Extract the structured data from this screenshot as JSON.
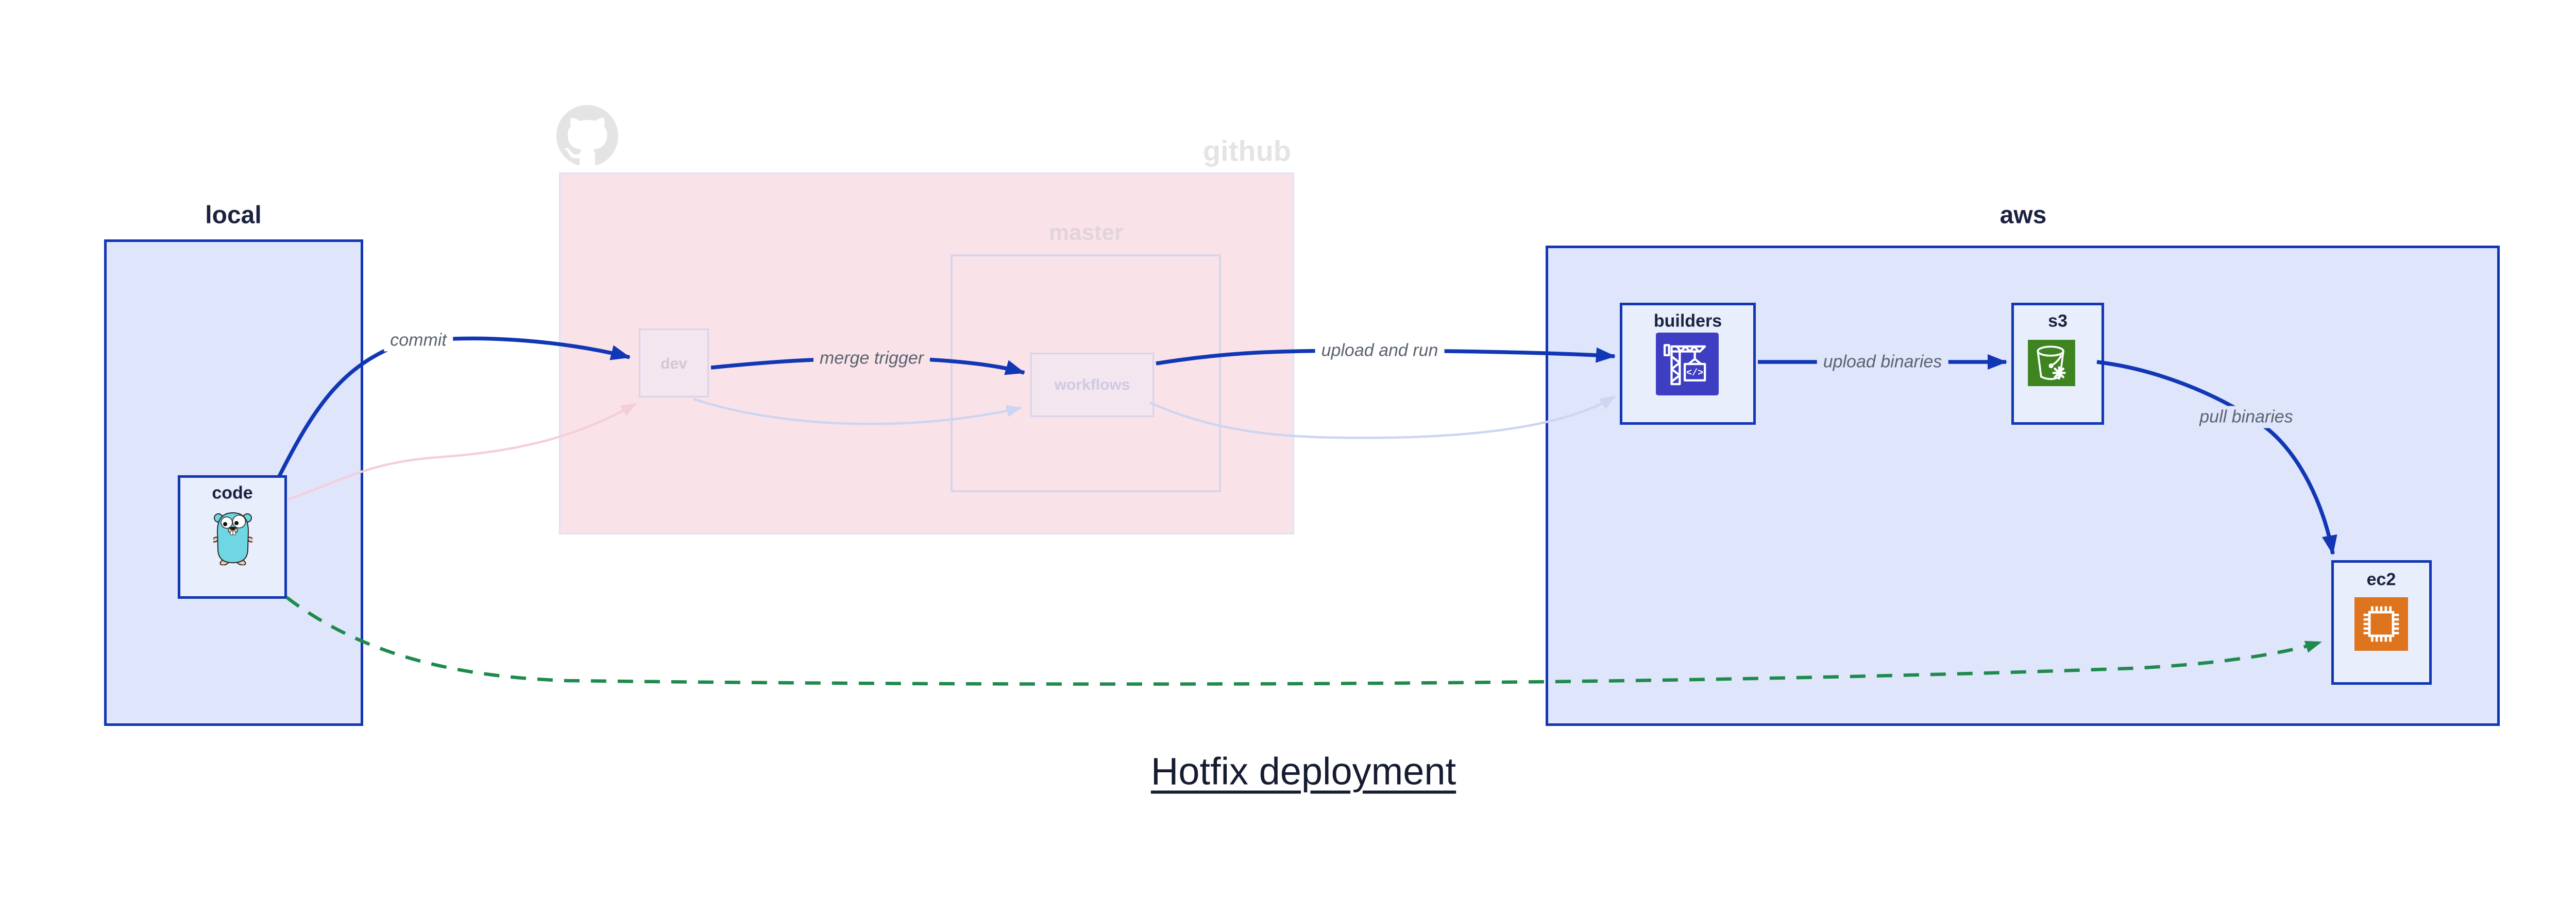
{
  "title": "Hotfix deployment",
  "clusters": {
    "local": {
      "label": "local"
    },
    "github": {
      "label": "github",
      "master": {
        "label": "master"
      }
    },
    "aws": {
      "label": "aws"
    }
  },
  "nodes": {
    "code": {
      "label": "code",
      "icon": "go-gopher-icon",
      "cluster": "local"
    },
    "dev": {
      "label": "dev",
      "cluster": "github",
      "state": "faded"
    },
    "workflows": {
      "label": "workflows",
      "cluster": "github.master",
      "state": "faded"
    },
    "builders": {
      "label": "builders",
      "icon": "codebuild-crane-icon",
      "icon_bg": "#3d3ec2",
      "cluster": "aws"
    },
    "s3": {
      "label": "s3",
      "icon": "s3-bucket-icon",
      "icon_bg": "#3e8522",
      "cluster": "aws"
    },
    "ec2": {
      "label": "ec2",
      "icon": "ec2-chip-icon",
      "icon_bg": "#de741d",
      "cluster": "aws"
    }
  },
  "edges": {
    "commit": {
      "from": "code",
      "to": "dev",
      "label": "commit",
      "style": "highlight-blue"
    },
    "merge_trigger": {
      "from": "dev",
      "to": "workflows",
      "label": "merge trigger",
      "style": "highlight-blue"
    },
    "upload_and_run": {
      "from": "workflows",
      "to": "builders",
      "label": "upload and run",
      "style": "highlight-blue"
    },
    "upload_binaries": {
      "from": "builders",
      "to": "s3",
      "label": "upload binaries",
      "style": "highlight-blue"
    },
    "pull_binaries": {
      "from": "s3",
      "to": "ec2",
      "label": "pull binaries",
      "style": "highlight-blue"
    },
    "faded_code_to_dev": {
      "from": "code",
      "to": "dev",
      "label": "",
      "style": "faded-pink"
    },
    "faded_dev_to_workflows": {
      "from": "dev",
      "to": "workflows",
      "label": "",
      "style": "faded-lavender"
    },
    "faded_workflows_to_builders": {
      "from": "workflows",
      "to": "builders",
      "label": "",
      "style": "faded-lavender"
    },
    "code_to_ec2": {
      "from": "code",
      "to": "ec2",
      "label": "",
      "style": "green-dashed"
    }
  },
  "colors": {
    "accent_blue": "#1237b5",
    "cluster_blue_fill": "#dfe5fa",
    "node_fill": "#e9eefc",
    "github_pink_fill": "#f9e3e9",
    "github_cluster_border": "#dde2f6",
    "master_border": "#d8d4e9",
    "faded_node_fill": "#f4e6ef",
    "faded_pink_edge": "#f4cfdb",
    "faded_lavender_edge": "#cdd5f0",
    "green_dashed_edge": "#1f8a4d",
    "edge_label_gray": "#5b6270",
    "dark_text": "#1b2240",
    "watermark_gray": "#e4e4e4",
    "builders_icon_bg": "#3d3ec2",
    "s3_icon_bg": "#3e8522",
    "ec2_icon_bg": "#de741d",
    "gopher_teal": "#6fd6e3"
  }
}
